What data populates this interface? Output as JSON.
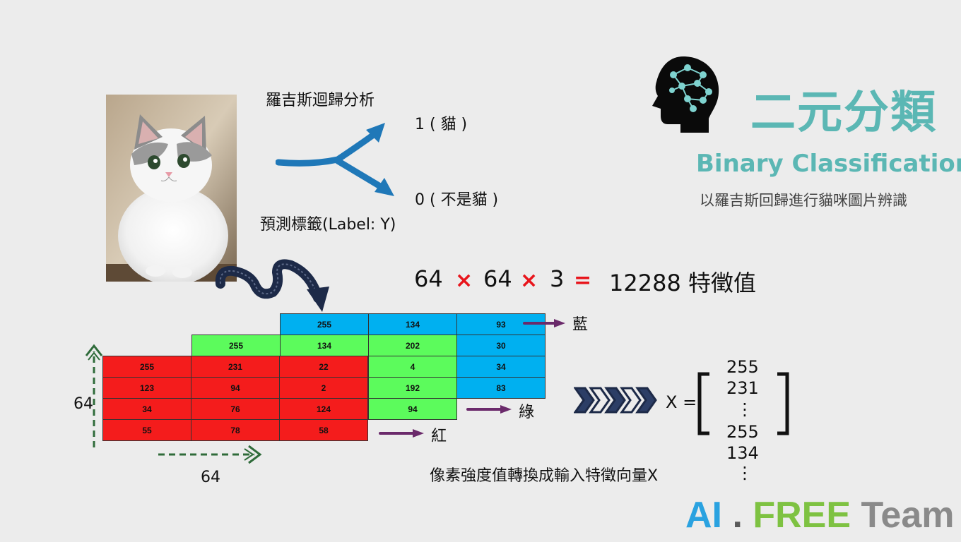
{
  "title": {
    "cn": "二元分類",
    "en": "Binary Classification",
    "subtitle": "以羅吉斯回歸進行貓咪圖片辨識"
  },
  "labels": {
    "logistic_regression": "羅吉斯迴歸分析",
    "output_cat": "1 ( 貓 )",
    "output_not_cat": "0 ( 不是貓 )",
    "predict_label": "預測標籤(Label: Y)",
    "channel_blue": "藍",
    "channel_green": "綠",
    "channel_red": "紅",
    "height_dim": "64",
    "width_dim": "64",
    "convert_caption": "像素強度值轉換成輸入特徵向量X",
    "vector_x": "X ="
  },
  "equation": {
    "a": "64",
    "op1": "×",
    "b": "64",
    "op2": "×",
    "c": "3",
    "op3": "=",
    "result": "12288 特徵值"
  },
  "grids": {
    "blue": [
      [
        "255",
        "134",
        "93"
      ],
      [
        "",
        "",
        "30"
      ],
      [
        "",
        "",
        "34"
      ],
      [
        "",
        "",
        "83"
      ]
    ],
    "green": [
      [
        "255",
        "134",
        "202"
      ],
      [
        "",
        "",
        "4"
      ],
      [
        "",
        "",
        "192"
      ],
      [
        "",
        "",
        "94"
      ]
    ],
    "red": [
      [
        "255",
        "231",
        "22"
      ],
      [
        "123",
        "94",
        "2"
      ],
      [
        "34",
        "76",
        "124"
      ],
      [
        "55",
        "78",
        "58"
      ]
    ]
  },
  "vector": {
    "values": [
      "255",
      "231",
      "⋮",
      "255",
      "134",
      "⋮"
    ]
  },
  "footer": {
    "ai": "AI",
    "dot": ".",
    "free": "FREE",
    "team": "Team"
  },
  "colors": {
    "teal": "#5bb7b4",
    "blue": "#00b0f0",
    "green": "#5cfb5c",
    "red": "#f41c1c",
    "arrow_blue": "#1f78b8",
    "arrow_purple": "#6b2a6b",
    "arrow_navy": "#1d2a48",
    "operator_red": "#e8141b"
  },
  "icons": [
    "brain-head-icon",
    "split-arrow-icon",
    "curly-arrow-icon",
    "chevrons-icon"
  ]
}
